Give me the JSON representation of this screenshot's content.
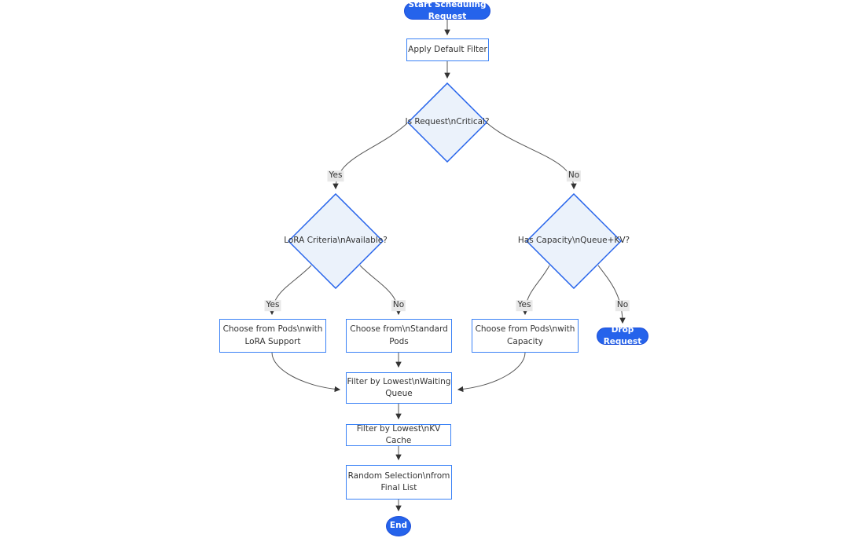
{
  "diagram": {
    "type": "flowchart",
    "colors": {
      "accent_blue": "#2563eb",
      "rect_border_blue": "#3b82f6",
      "decision_fill": "#ebf2fb",
      "decision_border": "#2563eb",
      "edge_gray": "#555555",
      "edge_label_bg": "#e8e8e8",
      "text_dark": "#333333",
      "text_light": "#ffffff",
      "background": "#ffffff"
    },
    "nodes": {
      "start": {
        "label": "Start Scheduling Request"
      },
      "apply_filter": {
        "label": "Apply Default Filter"
      },
      "is_critical": {
        "label": "Is Request\\nCritical?"
      },
      "lora_criteria": {
        "label": "LoRA Criteria\\nAvailable?"
      },
      "has_capacity": {
        "label": "Has Capacity\\nQueue+KV?"
      },
      "choose_lora": {
        "lines": [
          "Choose from Pods\\nwith",
          "LoRA Support"
        ]
      },
      "choose_standard": {
        "lines": [
          "Choose from\\nStandard",
          "Pods"
        ]
      },
      "choose_capacity": {
        "lines": [
          "Choose from Pods\\nwith",
          "Capacity"
        ]
      },
      "drop_request": {
        "label": "Drop Request"
      },
      "filter_queue": {
        "lines": [
          "Filter by Lowest\\nWaiting",
          "Queue"
        ]
      },
      "filter_kv": {
        "label": "Filter by Lowest\\nKV Cache"
      },
      "random_selection": {
        "lines": [
          "Random Selection\\nfrom",
          "Final List"
        ]
      },
      "end": {
        "label": "End"
      }
    },
    "edge_labels": {
      "critical_yes": "Yes",
      "critical_no": "No",
      "lora_yes": "Yes",
      "lora_no": "No",
      "capacity_yes": "Yes",
      "capacity_no": "No"
    }
  }
}
